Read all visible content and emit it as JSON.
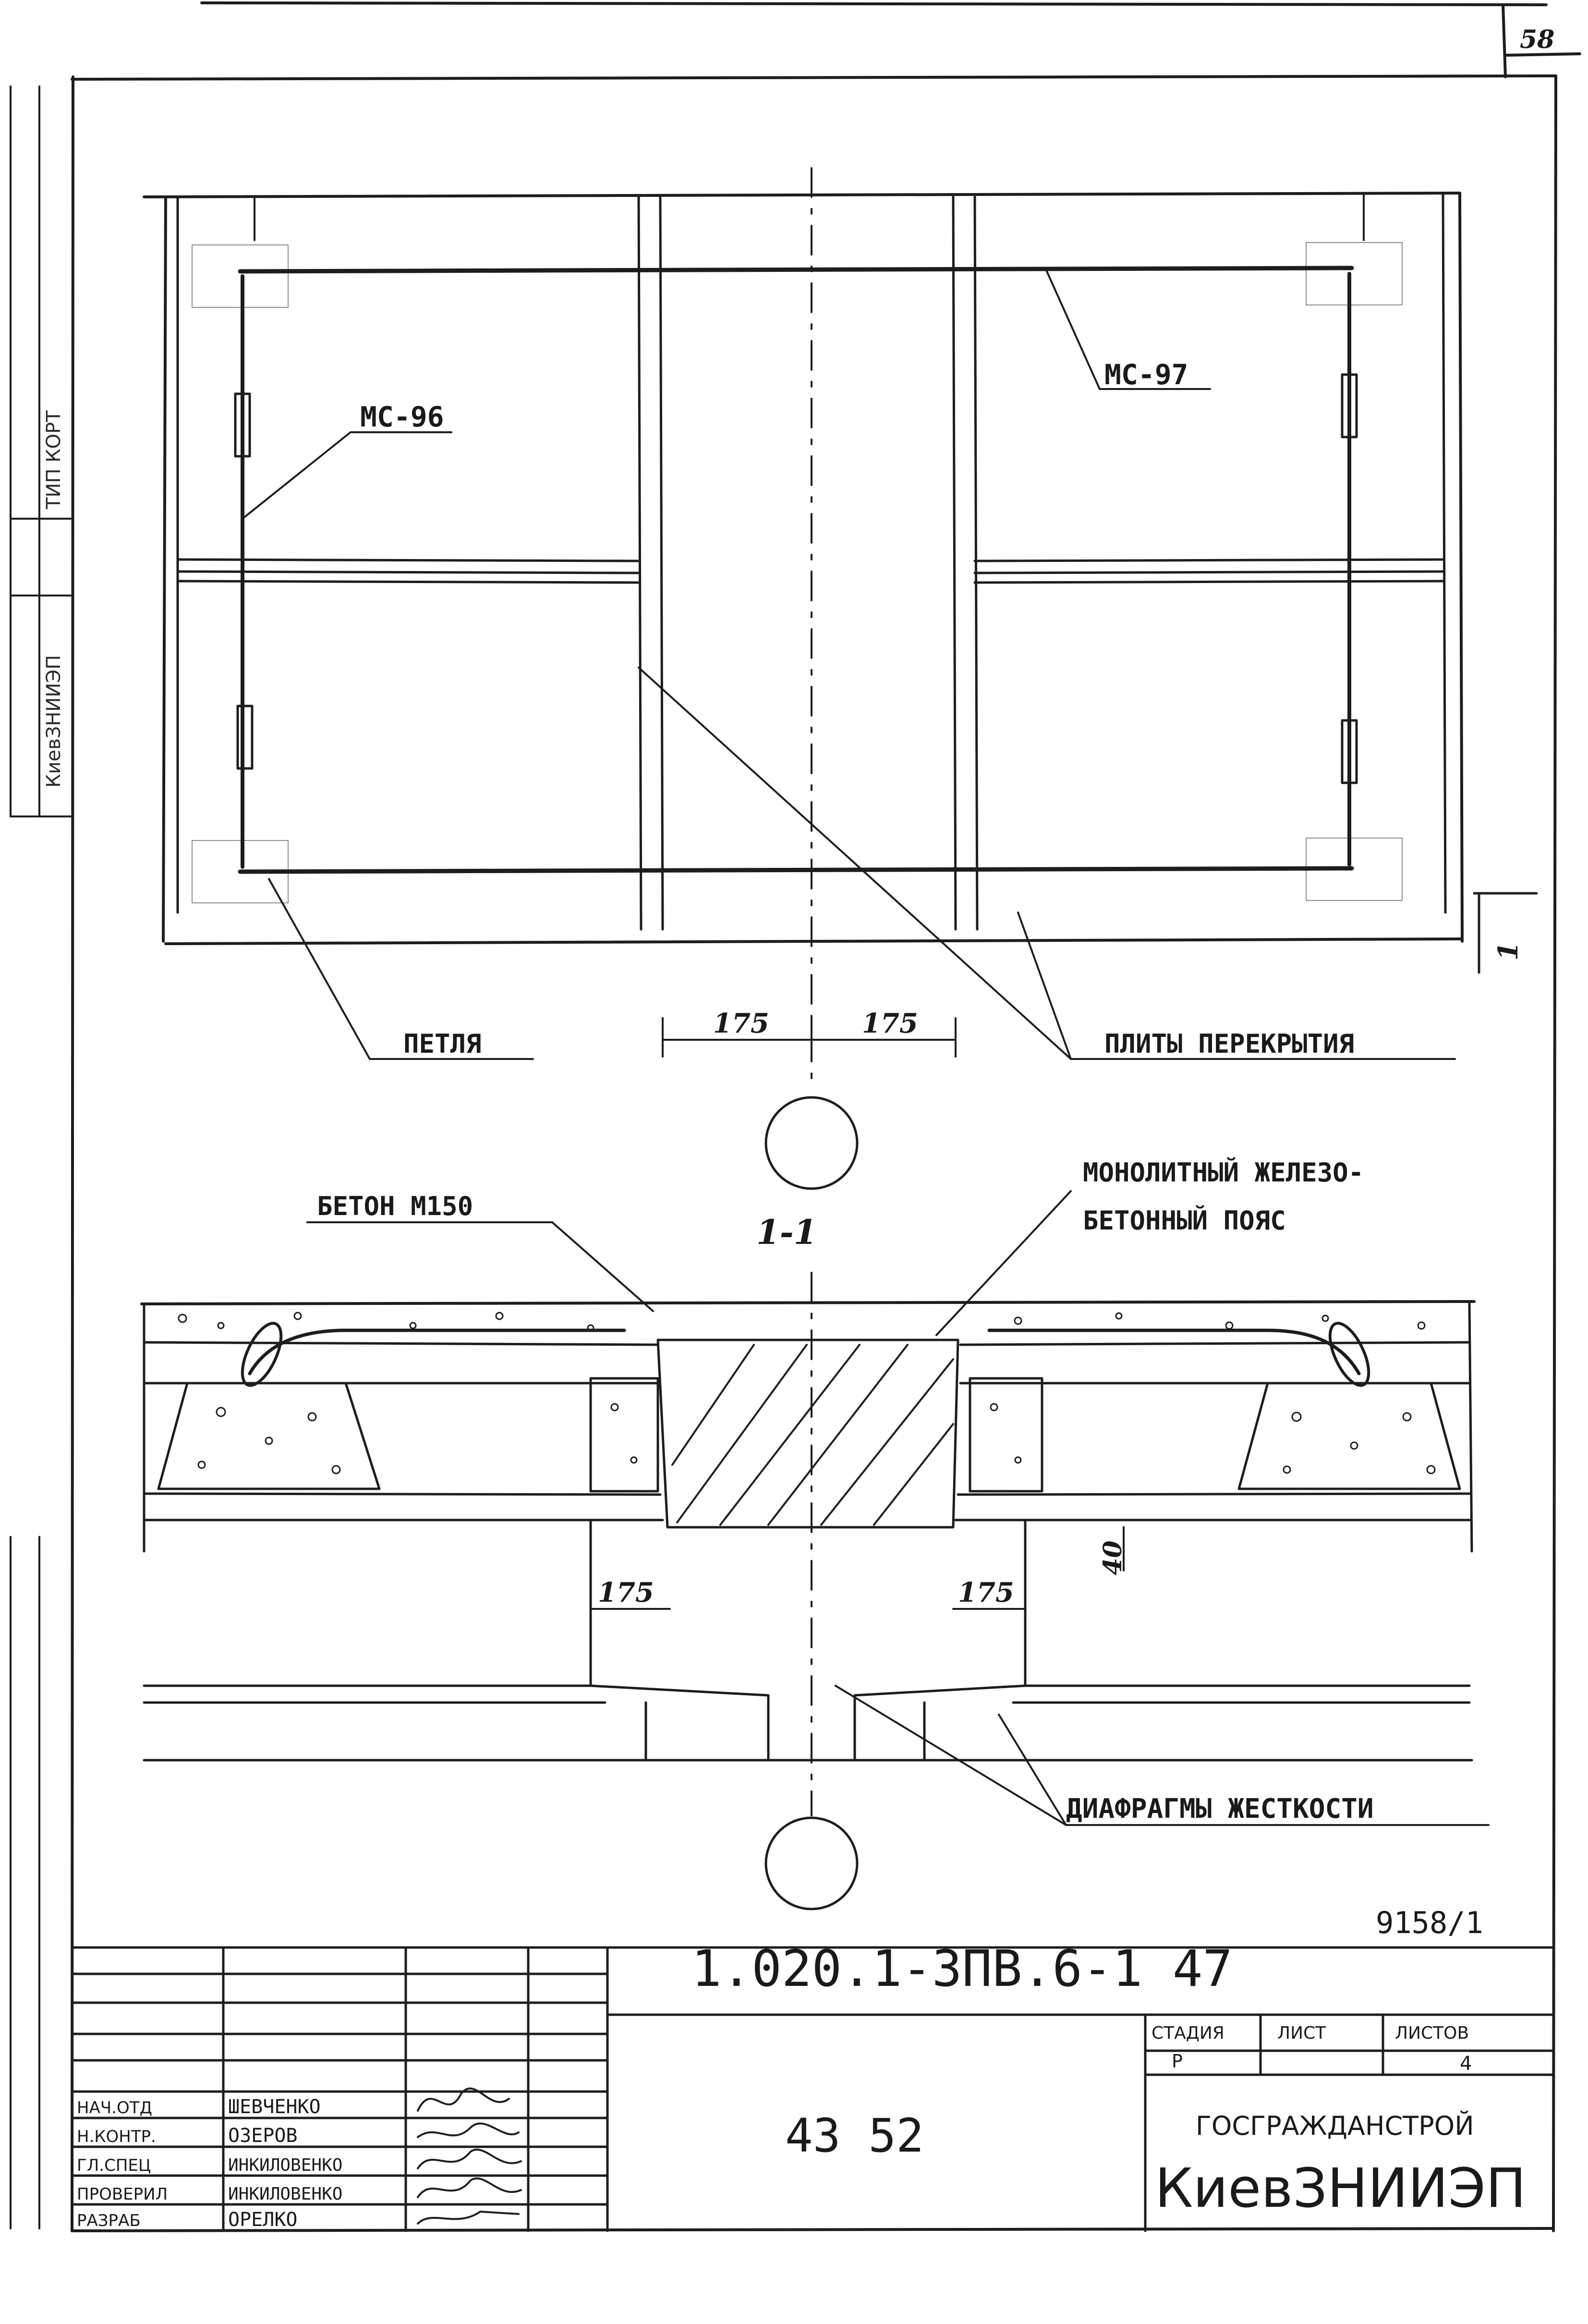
{
  "sheet": {
    "page_number": "58",
    "archive_number": "9158/1"
  },
  "side_stamp": {
    "line1": "ТИП КОРТ",
    "line2": "КиевЗНИИЭП"
  },
  "plan": {
    "labels": {
      "ms96": "МС-96",
      "ms97": "МС-97",
      "loop": "ПЕТЛЯ",
      "slabs": "ПЛИТЫ ПЕРЕКРЫТИЯ",
      "section_mark": "1"
    },
    "dims": {
      "left": "175",
      "right": "175"
    }
  },
  "section": {
    "title": "1-1",
    "labels": {
      "concrete": "БЕТОН М150",
      "belt_line1": "МОНОЛИТНЫЙ ЖЕЛЕЗО-",
      "belt_line2": "БЕТОННЫЙ ПОЯС",
      "diaphragms": "ДИАФРАГМЫ ЖЕСТКОСТИ"
    },
    "dims": {
      "left": "175",
      "right": "175",
      "depth": "40"
    }
  },
  "title_block": {
    "doc_code": "1.020.1-3ПВ.6-1 47",
    "center_code": "43 52",
    "roles": [
      "НАЧ.ОТД",
      "Н.КОНТР.",
      "ГЛ.СПЕЦ",
      "ПРОВЕРИЛ",
      "РАЗРАБ"
    ],
    "names": [
      "ШЕВЧЕНКО",
      "ОЗЕРОВ",
      "ИНКИЛОВЕНКО",
      "ИНКИЛОВЕНКО",
      "ОРЕЛКО"
    ],
    "stage_header": "СТАДИЯ",
    "sheet_header": "ЛИСТ",
    "sheets_header": "ЛИСТОВ",
    "stage_value": "Р",
    "sheet_value": "",
    "sheets_value": "4",
    "org_line1": "ГОСГРАЖДАНСТРОЙ",
    "org_line2": "КиевЗНИИЭП"
  }
}
